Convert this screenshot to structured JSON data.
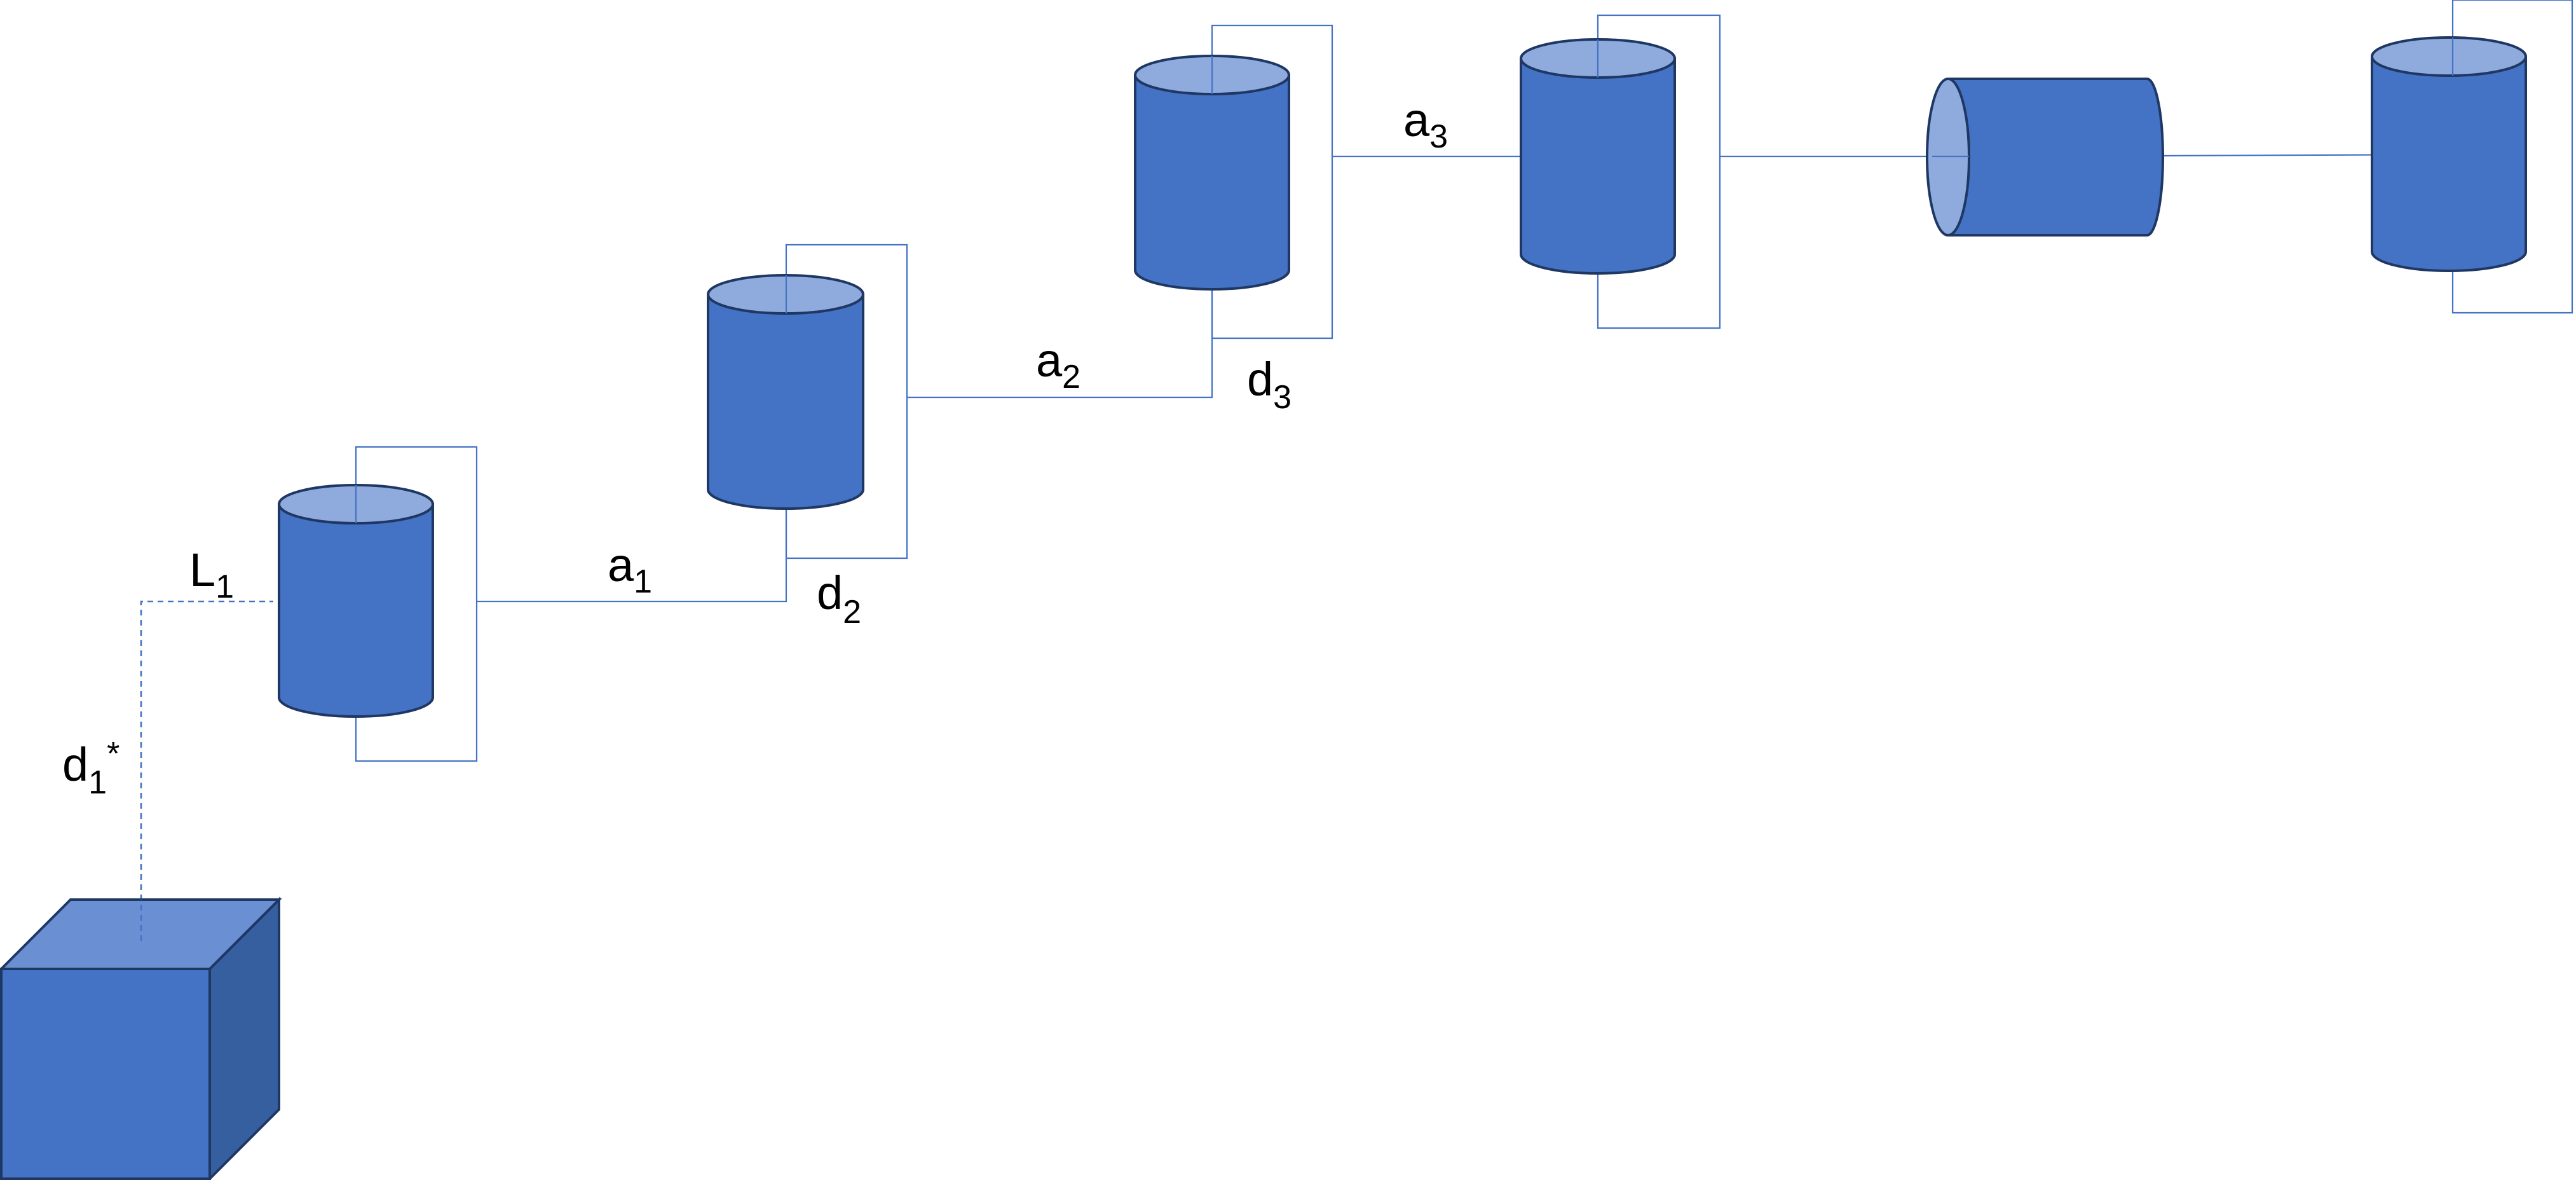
{
  "colors": {
    "body_fill": "#4472c4",
    "top_fill": "#8faadc",
    "cube_top_fill": "#6a8fd3",
    "cube_side_fill": "#365f9f",
    "outline": "#1f3763",
    "link_line": "#4472c4"
  },
  "labels": {
    "L1": {
      "base": "L",
      "sub": "1",
      "sup": ""
    },
    "d1": {
      "base": "d",
      "sub": "1",
      "sup": "*"
    },
    "a1": {
      "base": "a",
      "sub": "1",
      "sup": ""
    },
    "d2": {
      "base": "d",
      "sub": "2",
      "sup": ""
    },
    "a2": {
      "base": "a",
      "sub": "2",
      "sup": ""
    },
    "d3": {
      "base": "d",
      "sub": "3",
      "sup": ""
    },
    "a3": {
      "base": "a",
      "sub": "3",
      "sup": ""
    }
  },
  "components": [
    "base-cube",
    "joint-1-cylinder",
    "joint-2-cylinder",
    "joint-3-cylinder",
    "joint-4-cylinder",
    "joint-5-horizontal-cylinder",
    "joint-6-cylinder"
  ]
}
